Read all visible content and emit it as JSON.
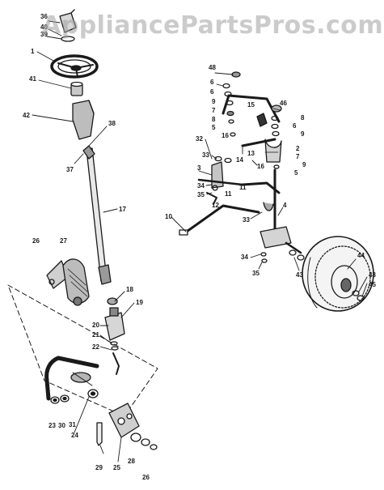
{
  "watermark": "AppliancePartsPros.com",
  "colors": {
    "line": "#1a1a1a",
    "watermark": "#a0a0a0",
    "background": "#ffffff"
  },
  "callouts": [
    {
      "id": "lbl-36a",
      "text": "36"
    },
    {
      "id": "lbl-40",
      "text": "40"
    },
    {
      "id": "lbl-39",
      "text": "39"
    },
    {
      "id": "lbl-1",
      "text": "1"
    },
    {
      "id": "lbl-41",
      "text": "41"
    },
    {
      "id": "lbl-42",
      "text": "42"
    },
    {
      "id": "lbl-38",
      "text": "38"
    },
    {
      "id": "lbl-37",
      "text": "37"
    },
    {
      "id": "lbl-17",
      "text": "17"
    },
    {
      "id": "lbl-26a",
      "text": "26"
    },
    {
      "id": "lbl-27",
      "text": "27"
    },
    {
      "id": "lbl-18",
      "text": "18"
    },
    {
      "id": "lbl-19",
      "text": "19"
    },
    {
      "id": "lbl-20",
      "text": "20"
    },
    {
      "id": "lbl-21",
      "text": "21"
    },
    {
      "id": "lbl-22",
      "text": "22"
    },
    {
      "id": "lbl-23",
      "text": "23"
    },
    {
      "id": "lbl-30",
      "text": "30"
    },
    {
      "id": "lbl-31",
      "text": "31"
    },
    {
      "id": "lbl-24",
      "text": "24"
    },
    {
      "id": "lbl-28",
      "text": "28"
    },
    {
      "id": "lbl-29",
      "text": "29"
    },
    {
      "id": "lbl-25",
      "text": "25"
    },
    {
      "id": "lbl-26b",
      "text": "26"
    },
    {
      "id": "lbl-48",
      "text": "48"
    },
    {
      "id": "lbl-6a",
      "text": "6"
    },
    {
      "id": "lbl-6b",
      "text": "6"
    },
    {
      "id": "lbl-9a",
      "text": "9"
    },
    {
      "id": "lbl-7a",
      "text": "7"
    },
    {
      "id": "lbl-8a",
      "text": "8"
    },
    {
      "id": "lbl-5a",
      "text": "5"
    },
    {
      "id": "lbl-16a",
      "text": "16"
    },
    {
      "id": "lbl-15",
      "text": "15"
    },
    {
      "id": "lbl-46",
      "text": "46"
    },
    {
      "id": "lbl-8b",
      "text": "8"
    },
    {
      "id": "lbl-6c",
      "text": "6"
    },
    {
      "id": "lbl-9b",
      "text": "9"
    },
    {
      "id": "lbl-2",
      "text": "2"
    },
    {
      "id": "lbl-7b",
      "text": "7"
    },
    {
      "id": "lbl-9c",
      "text": "9"
    },
    {
      "id": "lbl-5b",
      "text": "5"
    },
    {
      "id": "lbl-32",
      "text": "32"
    },
    {
      "id": "lbl-33a",
      "text": "33"
    },
    {
      "id": "lbl-14",
      "text": "14"
    },
    {
      "id": "lbl-13",
      "text": "13"
    },
    {
      "id": "lbl-16b",
      "text": "16"
    },
    {
      "id": "lbl-3",
      "text": "3"
    },
    {
      "id": "lbl-34a",
      "text": "34"
    },
    {
      "id": "lbl-35a",
      "text": "35"
    },
    {
      "id": "lbl-11a",
      "text": "11"
    },
    {
      "id": "lbl-11b",
      "text": "11"
    },
    {
      "id": "lbl-12",
      "text": "12"
    },
    {
      "id": "lbl-10",
      "text": "10"
    },
    {
      "id": "lbl-33b",
      "text": "33"
    },
    {
      "id": "lbl-4",
      "text": "4"
    },
    {
      "id": "lbl-34b",
      "text": "34"
    },
    {
      "id": "lbl-35b",
      "text": "35"
    },
    {
      "id": "lbl-43a",
      "text": "43"
    },
    {
      "id": "lbl-44",
      "text": "44"
    },
    {
      "id": "lbl-43b",
      "text": "43"
    },
    {
      "id": "lbl-45",
      "text": "45"
    }
  ]
}
